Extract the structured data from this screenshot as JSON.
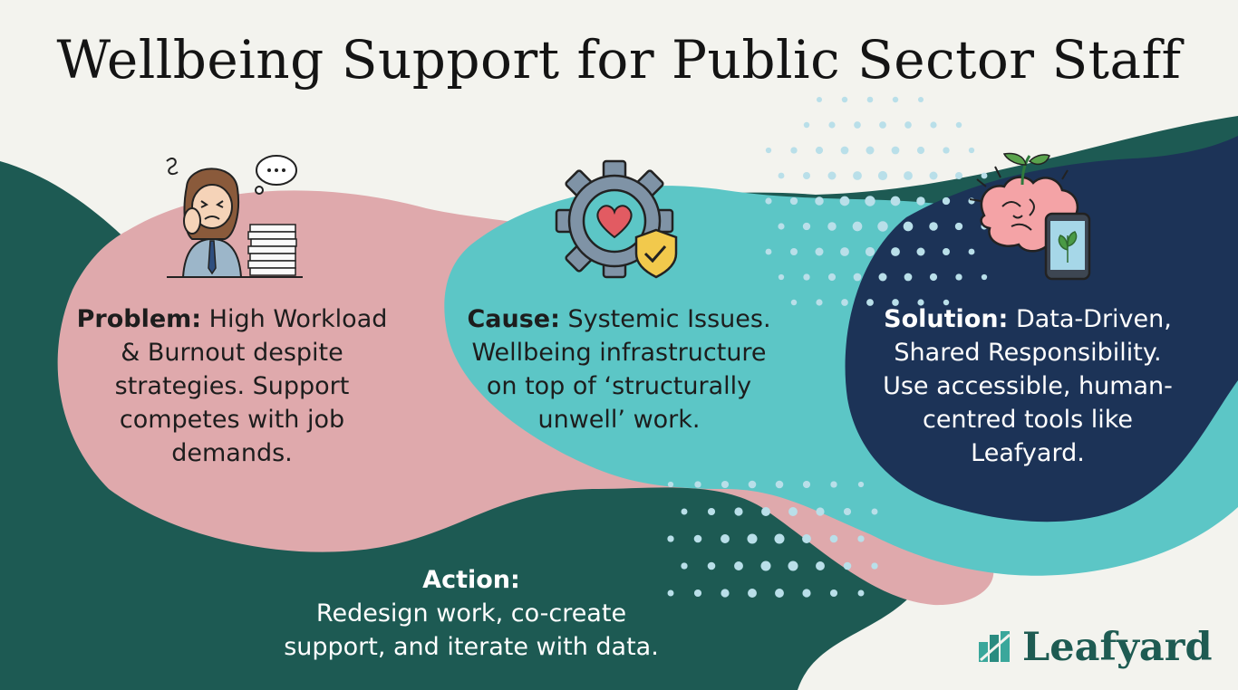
{
  "title": "Wellbeing Support for Public Sector Staff",
  "sections": {
    "problem": {
      "label": "Problem:",
      "text": " High Workload & Burnout despite strategies. Support competes with job demands.",
      "icon": "stressed-worker-icon"
    },
    "cause": {
      "label": "Cause:",
      "text": " Systemic Issues. Wellbeing infrastructure on top of ‘structurally unwell’ work.",
      "icon": "gear-heart-shield-icon"
    },
    "solution": {
      "label": "Solution:",
      "text": " Data-Driven, Shared Responsibility. Use accessible, human-centred tools like Leafyard.",
      "icon": "brain-phone-icon"
    },
    "action": {
      "label": "Action:",
      "text": "Redesign work, co-create support, and iterate with data."
    }
  },
  "logo": {
    "text": "Leafyard",
    "icon": "leaf-logo-icon"
  },
  "colors": {
    "background": "#f3f3ee",
    "pink": "#dfa9ac",
    "teal": "#5cc6c6",
    "navy": "#1c3357",
    "dark_green": "#1d5a53",
    "dots": "#b9dfe9"
  }
}
